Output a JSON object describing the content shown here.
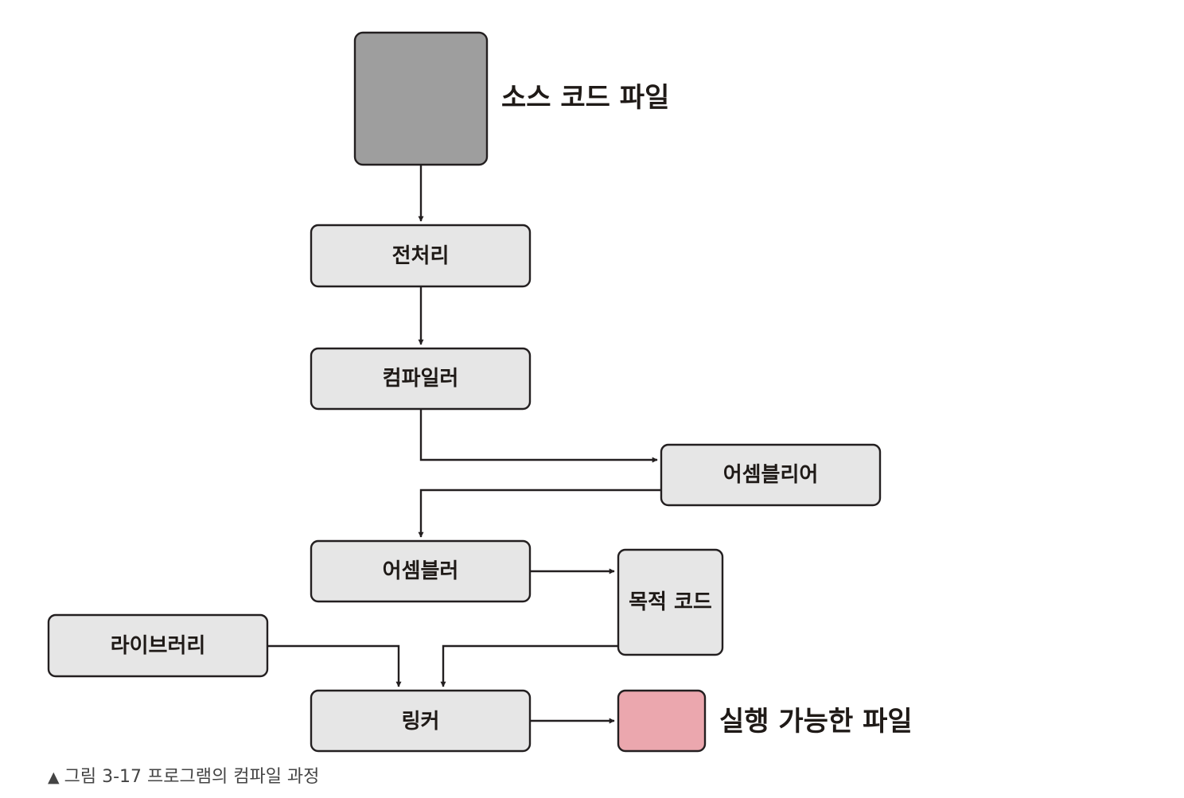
{
  "diagram": {
    "nodes": {
      "source": {
        "label": "소스 코드 파일",
        "fill": "#9e9e9e"
      },
      "preprocessor": {
        "label": "전처리"
      },
      "compiler": {
        "label": "컴파일러"
      },
      "assembly": {
        "label": "어셈블리어"
      },
      "assembler": {
        "label": "어셈블러"
      },
      "object": {
        "label": "목적 코드"
      },
      "library": {
        "label": "라이브러리"
      },
      "linker": {
        "label": "링커"
      },
      "executable": {
        "label": "실행 가능한 파일",
        "fill": "#eba7ae"
      }
    },
    "colors": {
      "box_fill": "#e6e6e6",
      "stroke": "#231f20"
    }
  },
  "caption": {
    "marker": "▲",
    "text": "그림 3-17 프로그램의 컴파일 과정"
  }
}
